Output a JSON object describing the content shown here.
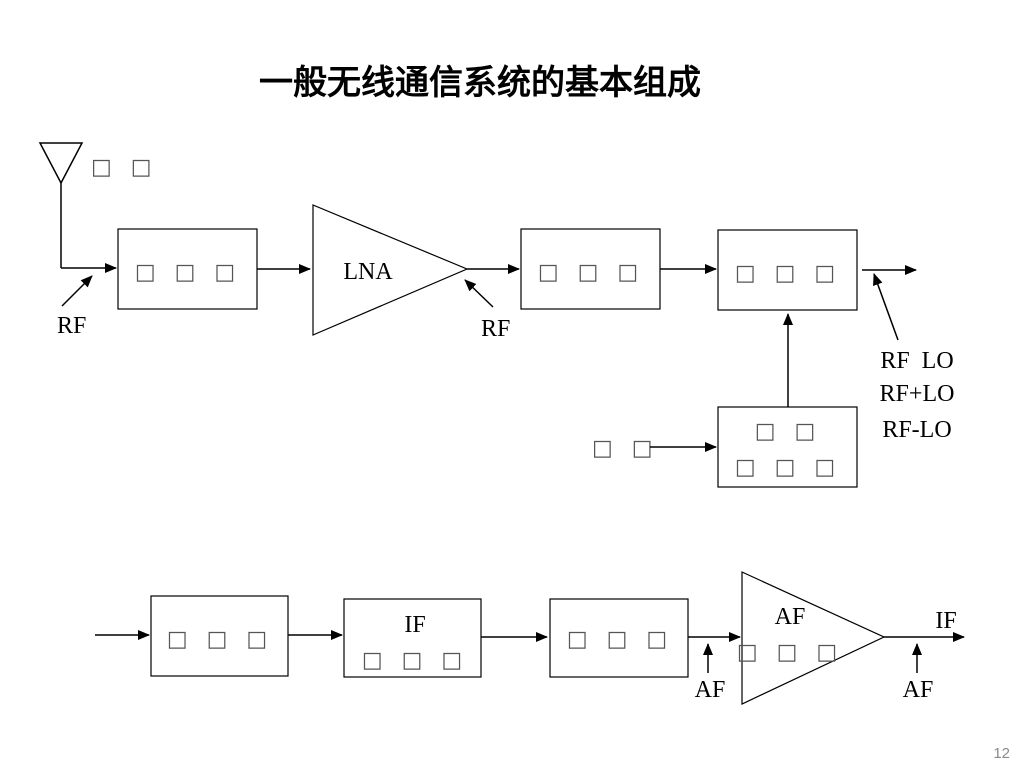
{
  "title": "一般无线通信系统的基本组成",
  "page_number": "12",
  "placeholder_glyph": "□",
  "antenna": {
    "label": "□ □"
  },
  "receiver_chain": {
    "rf_in_label": "RF",
    "filter1": {
      "label": "□ □ □"
    },
    "lna": {
      "label": "LNA"
    },
    "rf_out_label": "RF",
    "filter2": {
      "label": "□ □ □"
    },
    "mixer": {
      "label": "□ □ □"
    },
    "mixer_outputs": [
      "RF  LO",
      "RF+LO",
      "RF-LO"
    ],
    "local_osc": {
      "label_line1": "□ □",
      "label_line2": "□ □ □"
    },
    "lo_input_label": "□ □"
  },
  "baseband_chain": {
    "block1": {
      "label": "□ □ □"
    },
    "if_block": {
      "label_line1": "IF",
      "label_line2": "□ □ □"
    },
    "block3": {
      "label": "□ □ □"
    },
    "af_amp": {
      "label_line1": "AF",
      "label_line2": "□ □ □"
    },
    "af_in_label": "AF",
    "af_out_label": "AF",
    "if_out_label": "IF"
  }
}
